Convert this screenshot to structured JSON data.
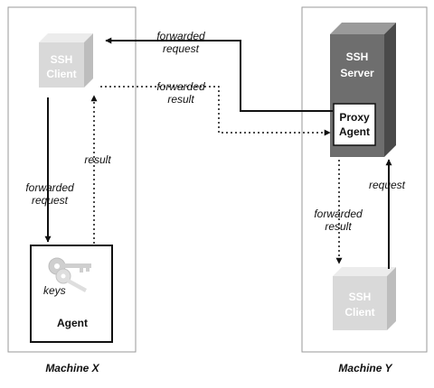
{
  "machines": {
    "x_caption": "Machine X",
    "y_caption": "Machine Y"
  },
  "boxes": {
    "ssh_client_x": [
      "SSH",
      "Client"
    ],
    "ssh_server": [
      "SSH",
      "Server"
    ],
    "proxy_agent": [
      "Proxy",
      "Agent"
    ],
    "ssh_client_y": [
      "SSH",
      "Client"
    ],
    "agent": "Agent",
    "keys": "keys"
  },
  "labels": {
    "top_forwarded_request": [
      "forwarded",
      "request"
    ],
    "top_forwarded_result": [
      "forwarded",
      "result"
    ],
    "left_result": "result",
    "left_forwarded_request": [
      "forwarded",
      "request"
    ],
    "right_request": "request",
    "right_forwarded_result": [
      "forwarded",
      "result"
    ]
  },
  "colors": {
    "frame_stroke": "#9a9a9a",
    "ghost_box_front": "#d9d9d9",
    "ghost_box_top": "#ececec",
    "ghost_box_side": "#bdbdbd",
    "ghost_text": "#ffffff",
    "server_front": "#6e6e6e",
    "server_top": "#9a9a9a",
    "server_side": "#4a4a4a",
    "server_text": "#ffffff",
    "arrow": "#111111"
  }
}
